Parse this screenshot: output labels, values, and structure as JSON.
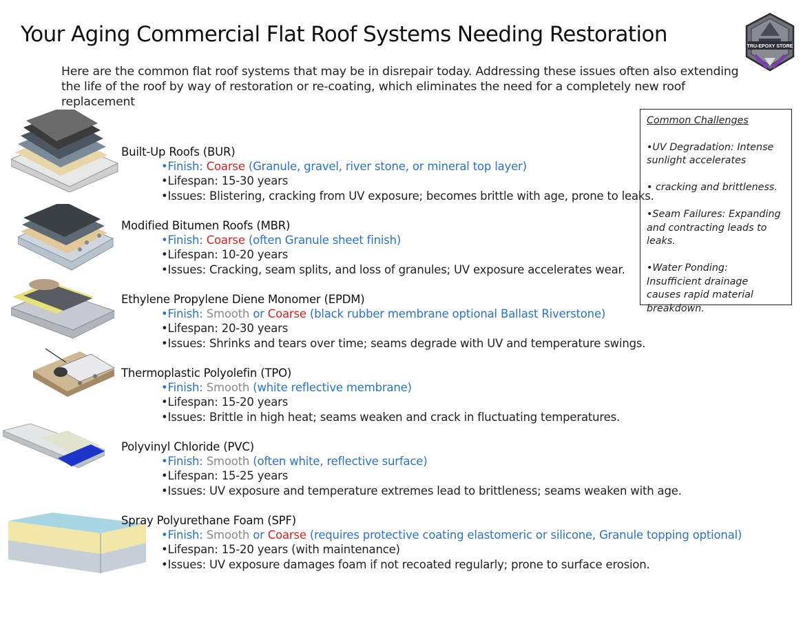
{
  "title": "Your Aging Commercial Flat Roof Systems Needing Restoration",
  "intro": "Here are the common flat roof systems that may be in disrepair today. Addressing these issues often also extending the life of the roof by way of restoration or re-coating, which eliminates the need for a completely new roof replacement",
  "logo_text": "TRU-EPOXY STORE",
  "colors": {
    "finish_blue": "#2a73c9",
    "coarse_red": "#e02020",
    "smooth_gray": "#8a8a8a"
  },
  "challenges": {
    "heading": "Common Challenges",
    "items": [
      "•UV Degradation: Intense sunlight accelerates",
      "• cracking and brittleness.",
      "•Seam Failures: Expanding and contracting leads to leaks.",
      "•Water Ponding: Insufficient drainage causes rapid material breakdown."
    ]
  },
  "roofs": [
    {
      "name": "Built-Up Roofs (BUR)",
      "finish_prefix": "•Finish: ",
      "finish_smooth": "",
      "finish_or": "",
      "finish_coarse": "Coarse",
      "finish_note": "  (Granule, gravel, river stone, or mineral top layer)",
      "lifespan": "•Lifespan: 15-30 years",
      "issues": "•Issues: Blistering, cracking from UV exposure; becomes brittle with age, prone to leaks.",
      "image": "bur-layers-illustration"
    },
    {
      "name": "Modified Bitumen Roofs (MBR)",
      "finish_prefix": "•Finish: ",
      "finish_smooth": "",
      "finish_or": "",
      "finish_coarse": "Coarse",
      "finish_note": " (often Granule sheet finish)",
      "lifespan": "•Lifespan: 10-20 years",
      "issues": "•Issues: Cracking, seam splits, and loss of granules; UV exposure accelerates wear.",
      "image": "mbr-layers-illustration"
    },
    {
      "name": "Ethylene Propylene Diene Monomer (EPDM)",
      "finish_prefix": "•Finish: ",
      "finish_smooth": "Smooth",
      "finish_or": " or ",
      "finish_coarse": "Coarse",
      "finish_note": " (black rubber membrane optional Ballast Riverstone)",
      "lifespan": "•Lifespan: 20-30 years",
      "issues": "•Issues: Shrinks and tears over time; seams degrade with UV and temperature swings.",
      "image": "epdm-layers-illustration"
    },
    {
      "name": "Thermoplastic Polyolefin (TPO)",
      "finish_prefix": "•Finish: ",
      "finish_smooth": "Smooth",
      "finish_or": "",
      "finish_coarse": "",
      "finish_note": " (white reflective membrane)",
      "lifespan": "•Lifespan: 15-20 years",
      "issues": "•Issues: Brittle in high heat; seams weaken and crack in fluctuating temperatures.",
      "image": "tpo-roll-illustration"
    },
    {
      "name": "Polyvinyl Chloride (PVC)",
      "finish_prefix": "•Finish: ",
      "finish_smooth": "Smooth",
      "finish_or": "",
      "finish_coarse": "",
      "finish_note": " (often white, reflective surface)",
      "lifespan": "•Lifespan: 15-25 years",
      "issues": "•Issues: UV exposure and temperature extremes lead to brittleness; seams weaken with age.",
      "image": "pvc-layers-illustration"
    },
    {
      "name": "Spray Polyurethane Foam (SPF)",
      "finish_prefix": "•Finish: ",
      "finish_smooth": "Smooth",
      "finish_or": " or ",
      "finish_coarse": "Coarse",
      "finish_note": " (requires protective coating elastomeric or silicone, Granule topping optional)",
      "lifespan": "•Lifespan: 15-20 years (with maintenance)",
      "issues": "•Issues: UV exposure damages foam if not recoated regularly; prone to surface erosion.",
      "image": "spf-layers-illustration"
    }
  ]
}
